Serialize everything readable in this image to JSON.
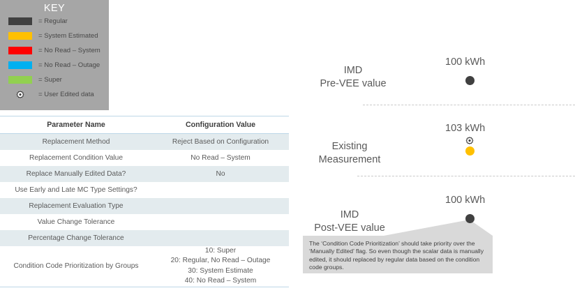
{
  "key": {
    "title": "KEY",
    "items": [
      {
        "swatch": "regular",
        "color": "#404040",
        "label": "= Regular",
        "icon": "color-swatch"
      },
      {
        "swatch": "sysest",
        "color": "#ffc000",
        "label": "= System Estimated",
        "icon": "color-swatch"
      },
      {
        "swatch": "nrsys",
        "color": "#ff0000",
        "label": "= No Read – System",
        "icon": "color-swatch"
      },
      {
        "swatch": "nrout",
        "color": "#00b0f0",
        "label": "= No Read – Outage",
        "icon": "color-swatch"
      },
      {
        "swatch": "super",
        "color": "#92d050",
        "label": "= Super",
        "icon": "color-swatch"
      },
      {
        "swatch": "gear",
        "color": "#ffffff",
        "label": "= User Edited data",
        "icon": "gear-icon"
      }
    ]
  },
  "table": {
    "headers": [
      "Parameter Name",
      "Configuration Value"
    ],
    "rows": [
      {
        "name": "Replacement Method",
        "value": "Reject Based on Configuration"
      },
      {
        "name": "Replacement Condition Value",
        "value": "No Read – System"
      },
      {
        "name": "Replace Manually Edited Data?",
        "value": "No"
      },
      {
        "name": "Use Early and Late MC Type Settings?",
        "value": ""
      },
      {
        "name": "Replacement Evaluation Type",
        "value": ""
      },
      {
        "name": "Value Change Tolerance",
        "value": ""
      },
      {
        "name": "Percentage Change Tolerance",
        "value": ""
      },
      {
        "name": "Condition Code Prioritization by Groups",
        "value": "10: Super\n20: Regular, No Read – Outage\n30: System Estimate\n40: No Read – System"
      }
    ]
  },
  "diagram": {
    "stages": [
      {
        "label": "IMD\nPre-VEE value",
        "value": "100 kWh",
        "marker": "dark",
        "edited": false
      },
      {
        "label": "Existing\nMeasurement",
        "value": "103 kWh",
        "marker": "amber",
        "edited": true
      },
      {
        "label": "IMD\nPost-VEE value",
        "value": "100 kWh",
        "marker": "dark",
        "edited": false
      }
    ],
    "callout": "The ‘Condition Code Prioritization’ should take priority over the ‘Manually Edited’ flag.  So even though the scalar data is manually edited, it should replaced by regular data based on the condition code groups."
  }
}
